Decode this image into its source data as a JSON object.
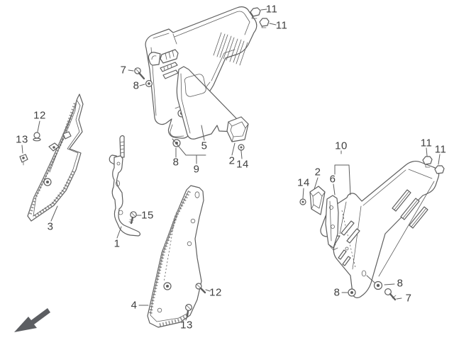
{
  "diagram": {
    "background_color": "#ffffff",
    "line_color": "#5e5e5e",
    "hatch_color": "#8f8f8f",
    "label_color": "#3f3f3f",
    "arrow_color": "#5c5e62",
    "direction_arrow_icon": "arrow-lower-left"
  },
  "callouts": [
    {
      "text": "7"
    },
    {
      "text": "8"
    },
    {
      "text": "11"
    },
    {
      "text": "11"
    },
    {
      "text": "12"
    },
    {
      "text": "13"
    },
    {
      "text": "8"
    },
    {
      "text": "5"
    },
    {
      "text": "9"
    },
    {
      "text": "2"
    },
    {
      "text": "14"
    },
    {
      "text": "3"
    },
    {
      "text": "1"
    },
    {
      "text": "15"
    },
    {
      "text": "10"
    },
    {
      "text": "2"
    },
    {
      "text": "6"
    },
    {
      "text": "14"
    },
    {
      "text": "11"
    },
    {
      "text": "11"
    },
    {
      "text": "4"
    },
    {
      "text": "12"
    },
    {
      "text": "13"
    },
    {
      "text": "8"
    },
    {
      "text": "8"
    },
    {
      "text": "7"
    }
  ]
}
